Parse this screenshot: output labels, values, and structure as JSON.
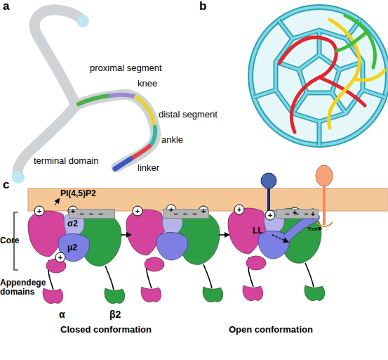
{
  "diagram": {
    "nodes": [
      {
        "text": [
          "− − −"
        ]
      },
      {
        "text": [
          "− − −"
        ]
      },
      {
        "text": [
          "− − −"
        ]
      }
    ],
    "labels": [
      "a",
      "b",
      "proximal segment",
      "knee",
      "distal segment",
      "ankle",
      "linker",
      "terminal domain",
      "c",
      "PI(4,5)P2",
      "Core",
      "Appendege domains",
      "σ2",
      "μ2",
      "α",
      "β2",
      "Closed conformation",
      "Open conformation",
      "LL",
      "YxxΦ",
      "+",
      "+",
      "+",
      "+",
      "+",
      "+",
      "+",
      "+",
      "+",
      "+"
    ]
  }
}
